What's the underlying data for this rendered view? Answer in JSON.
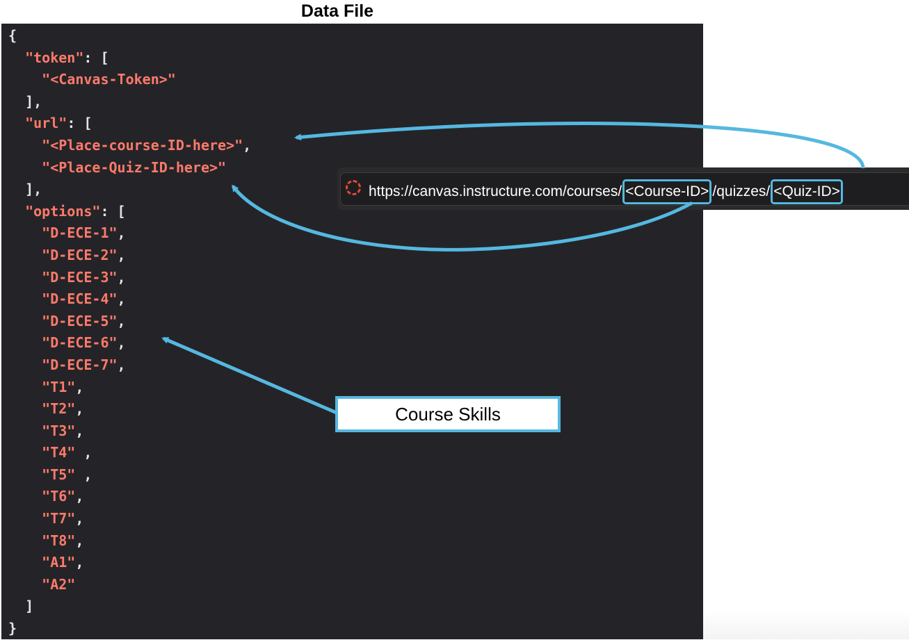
{
  "title": "Data File",
  "code": {
    "open_brace": "{",
    "token_key": "\"token\"",
    "token_value": "\"<Canvas-Token>\"",
    "url_key": "\"url\"",
    "url_values": [
      "\"<Place-course-ID-here>\"",
      "\"<Place-Quiz-ID-here>\""
    ],
    "options_key": "\"options\"",
    "options": [
      "\"D-ECE-1\"",
      "\"D-ECE-2\"",
      "\"D-ECE-3\"",
      "\"D-ECE-4\"",
      "\"D-ECE-5\"",
      "\"D-ECE-6\"",
      "\"D-ECE-7\"",
      "\"T1\"",
      "\"T2\"",
      "\"T3\"",
      "\"T4\"",
      "\"T5\"",
      "\"T6\"",
      "\"T7\"",
      "\"T8\"",
      "\"A1\"",
      "\"A2\""
    ],
    "close_brace": "}"
  },
  "urlbar": {
    "prefix": "https://canvas.instructure.com/courses/",
    "course_id": "<Course-ID>",
    "middle": "/quizzes/",
    "quiz_id": "<Quiz-ID>",
    "icon": "canvas-logo-icon"
  },
  "callout": "Course Skills",
  "colors": {
    "background": "#242428",
    "string": "#ff7a6b",
    "punctuation": "#e4e4e6",
    "arrow": "#55b8e0"
  }
}
